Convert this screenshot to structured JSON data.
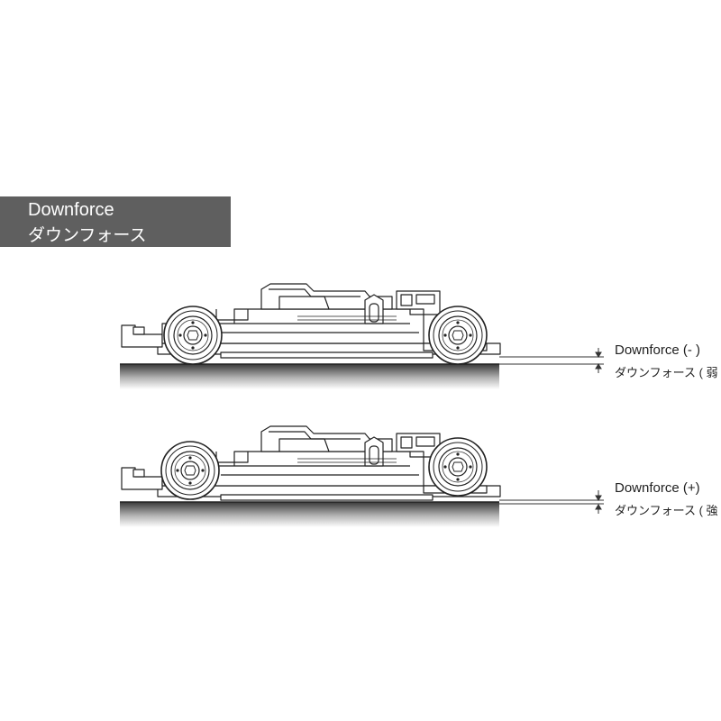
{
  "title": {
    "en": "Downforce",
    "jp": "ダウンフォース"
  },
  "rows": [
    {
      "label_en": "Downforce (- )",
      "label_jp": "ダウンフォース ( 弱 )"
    },
    {
      "label_en": "Downforce (+)",
      "label_jp": "ダウンフォース ( 強 )"
    }
  ],
  "colors": {
    "title_bg": "#5f5f5f",
    "ground_top": "#3a3a3a",
    "ground_bottom": "#ffffff",
    "line": "#333333"
  },
  "icons": [
    "car-side-view-icon",
    "dimension-arrow-icon"
  ]
}
